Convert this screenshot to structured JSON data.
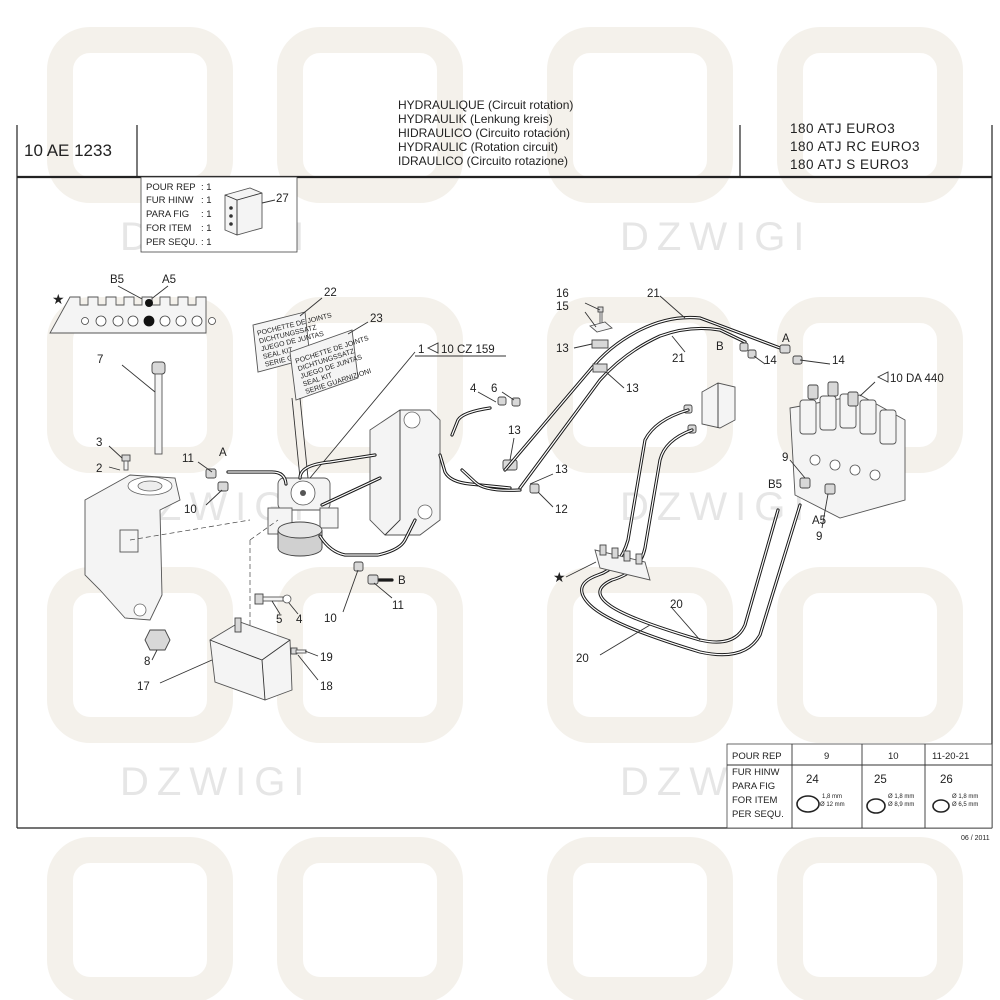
{
  "header": {
    "code": "10 AE 1233",
    "titles": [
      "HYDRAULIQUE (Circuit rotation)",
      "HYDRAULIK (Lenkung kreis)",
      "HIDRAULICO (Circuito rotación)",
      "HYDRAULIC (Rotation circuit)",
      "IDRAULICO (Circuito rotazione)"
    ],
    "models": [
      "180 ATJ EURO3",
      "180 ATJ RC EURO3",
      "180 ATJ S EURO3"
    ]
  },
  "legend_top": {
    "labels": [
      "POUR REP",
      "FUR HINW",
      "PARA FIG",
      "FOR ITEM",
      "PER SEQU."
    ],
    "values": [
      ": 1",
      ": 1",
      ": 1",
      ": 1",
      ": 1"
    ],
    "item": "27"
  },
  "connector_legend": {
    "left": "B5",
    "right": "A5",
    "marker": "★"
  },
  "references": {
    "r1": "10 CZ 159",
    "r2": "10 DA 440",
    "r1_prefix": "1"
  },
  "sign_texts": {
    "sign22": [
      "POCHETTE DE JOINTS",
      "DICHTUNGSSATZ",
      "JUEGO DE JUNTAS",
      "SEAL KIT",
      "SERIE GUARNIZIONI"
    ],
    "sign23": [
      "POCHETTE DE JOINTS",
      "DICHTUNGSSATZ",
      "JUEGO DE JUNTAS",
      "SEAL KIT",
      "SERIE GUARNIZIONI"
    ]
  },
  "callouts": {
    "c1": "1",
    "c2": "2",
    "c3": "3",
    "c4a": "4",
    "c4b": "4",
    "c5": "5",
    "c6": "6",
    "c7": "7",
    "c8": "8",
    "c9a": "9",
    "c9b": "9",
    "c10a": "10",
    "c10b": "10",
    "c11a": "11",
    "c11b": "11",
    "c12": "12",
    "c13a": "13",
    "c13b": "13",
    "c13c": "13",
    "c13d": "13",
    "c14a": "14",
    "c14b": "14",
    "c15": "15",
    "c16": "16",
    "c17": "17",
    "c18": "18",
    "c19": "19",
    "c20a": "20",
    "c20b": "20",
    "c21a": "21",
    "c21b": "21",
    "c22": "22",
    "c23": "23"
  },
  "port_labels": {
    "a_left": "A",
    "b_left": "B",
    "a_right": "A",
    "b_right": "B",
    "b5": "B5",
    "a5": "A5"
  },
  "legend_bottom": {
    "labels": [
      "POUR REP",
      "FUR HINW",
      "PARA FIG",
      "FOR ITEM",
      "PER SEQU."
    ],
    "columns": [
      {
        "rep": "9",
        "item": "24",
        "d1": "1,8 mm",
        "d2": "Ø 12 mm"
      },
      {
        "rep": "10",
        "item": "25",
        "d1": "Ø 1,8 mm",
        "d2": "Ø 8,9 mm"
      },
      {
        "rep": "11-20-21",
        "item": "26",
        "d1": "Ø 1,8 mm",
        "d2": "Ø 6,5 mm"
      }
    ]
  },
  "date": "06 / 2011",
  "watermark": {
    "word": "DZWIGI",
    "logo": "OK"
  }
}
